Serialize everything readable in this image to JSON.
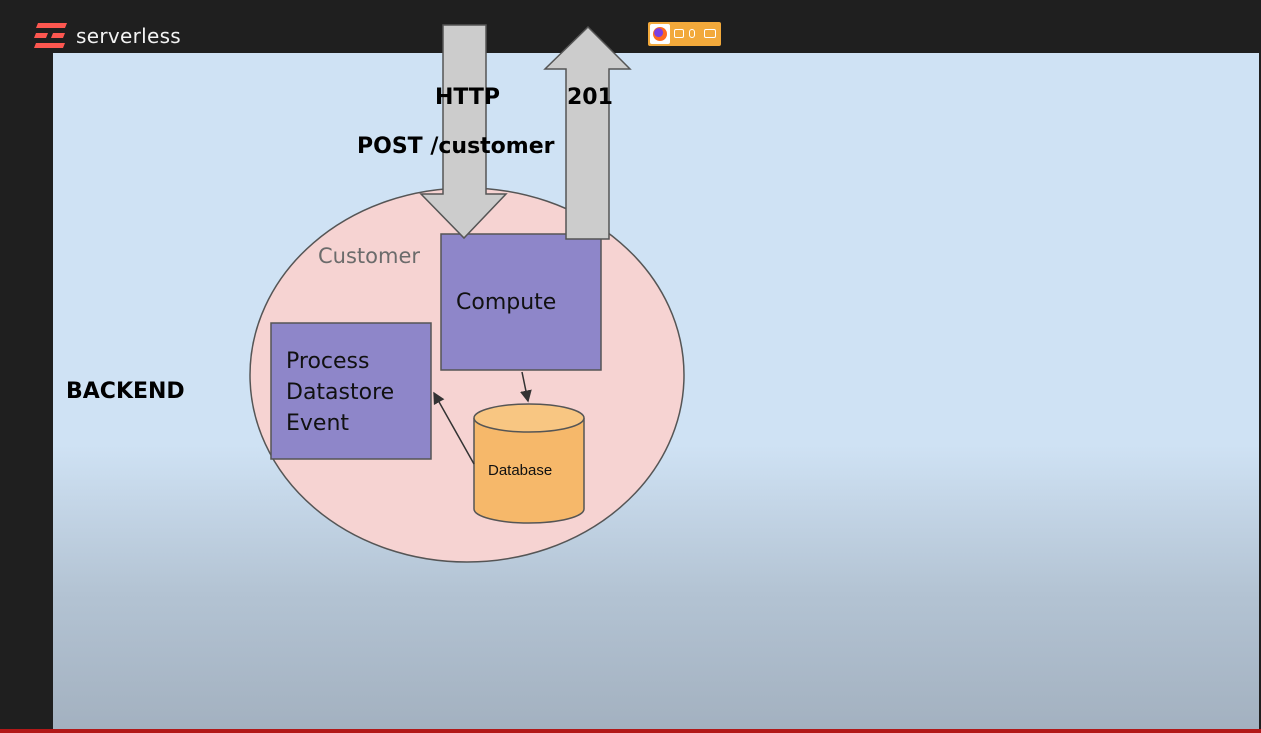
{
  "header": {
    "brand": "serverless",
    "logo_color": "#fd5750"
  },
  "slide": {
    "http_label": "HTTP",
    "post_label": "POST /customer",
    "response_label": "201",
    "backend_label": "BACKEND",
    "customer_label": "Customer",
    "compute_label": "Compute",
    "process_label_lines": [
      "Process",
      "Datastore",
      "Event"
    ],
    "database_label": "Database"
  },
  "colors": {
    "slide_bg": "#cfe2f4",
    "ellipse_fill": "#f6d3d2",
    "box_fill": "#8e86c9",
    "database_fill": "#f6b86a",
    "arrow_fill": "#cccccc"
  }
}
